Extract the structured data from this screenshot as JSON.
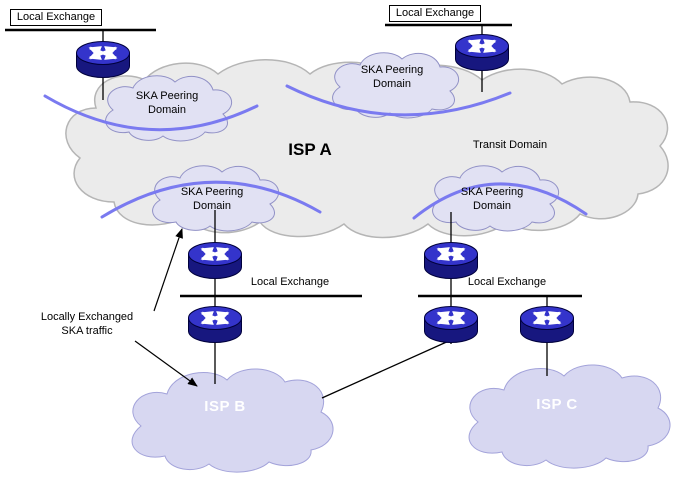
{
  "diagram": {
    "type": "network-peering-topology",
    "clouds": {
      "isp_a": {
        "label": "ISP A",
        "region_label": "Transit Domain"
      },
      "isp_b": {
        "label": "ISP B"
      },
      "isp_c": {
        "label": "ISP C"
      },
      "ska_domains": [
        {
          "label": "SKA Peering Domain"
        },
        {
          "label": "SKA Peering Domain"
        },
        {
          "label": "SKA Peering Domain"
        },
        {
          "label": "SKA Peering Domain"
        }
      ]
    },
    "exchanges": [
      {
        "label": "Local Exchange",
        "position": "top-left"
      },
      {
        "label": "Local Exchange",
        "position": "top-center"
      },
      {
        "label": "Local Exchange",
        "position": "middle-center"
      },
      {
        "label": "Local Exchange",
        "position": "middle-right"
      }
    ],
    "annotation": {
      "line1": "Locally Exchanged",
      "line2": "SKA traffic"
    },
    "routers": {
      "count": 7,
      "icon": "router-icon"
    },
    "colors": {
      "isp_a_fill": "#ebebeb",
      "isp_a_stroke": "#b5b5b5",
      "ska_cloud_fill": "#e1e1f3",
      "ska_cloud_stroke": "#9191c6",
      "isp_bc_fill": "#d7d7f1",
      "isp_bc_stroke": "#a3a3da",
      "peering_arc": "#7a7af0",
      "router_top": "#3434cb",
      "router_side": "#17177f",
      "text": "#000000",
      "isp_bc_label": "#ffffff"
    }
  }
}
